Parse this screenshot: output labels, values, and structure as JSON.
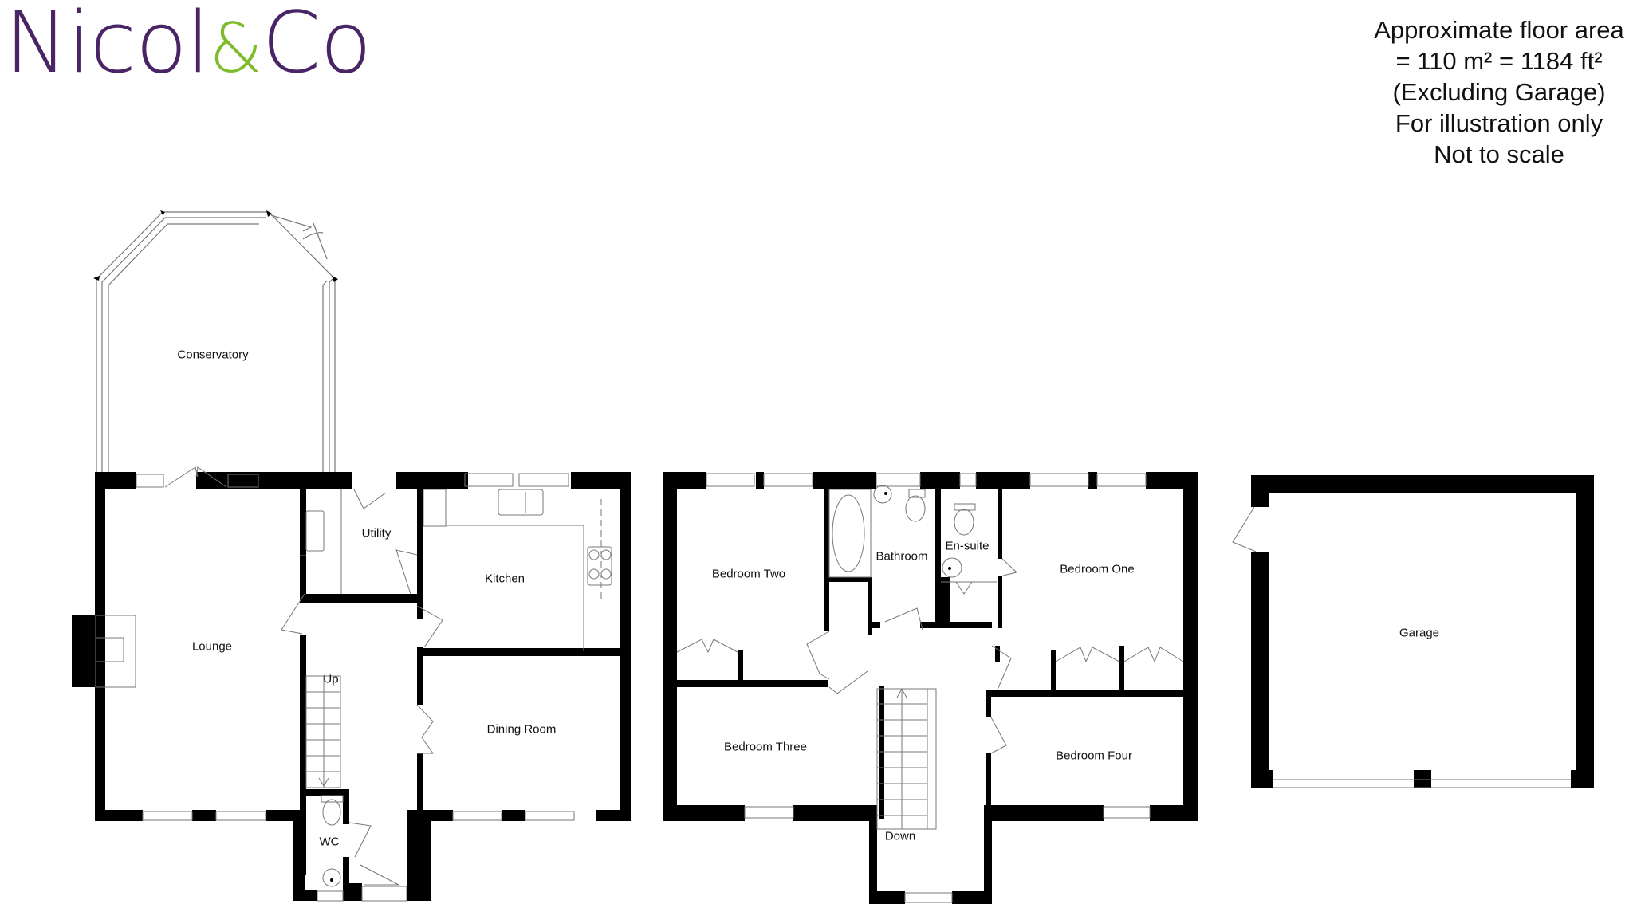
{
  "brand": {
    "name_part1": "Nicol",
    "ampersand": "&",
    "name_part2": "Co",
    "primary_color": "#4a2566",
    "accent_color": "#7dbb2a"
  },
  "area_info": {
    "line1": "Approximate floor area",
    "line2": "=  110 m²   =   1184 ft²",
    "line3": "(Excluding Garage)",
    "line4": "For illustration only",
    "line5": "Not to scale",
    "area_m2": 110,
    "area_ft2": 1184
  },
  "ground_floor": {
    "rooms": {
      "conservatory": "Conservatory",
      "lounge": "Lounge",
      "utility": "Utility",
      "kitchen": "Kitchen",
      "dining": "Dining Room",
      "wc": "WC",
      "stairs": "Up"
    }
  },
  "first_floor": {
    "rooms": {
      "bedroom_two": "Bedroom Two",
      "bathroom": "Bathroom",
      "ensuite": "En-suite",
      "bedroom_one": "Bedroom One",
      "bedroom_three": "Bedroom Three",
      "bedroom_four": "Bedroom Four",
      "stairs": "Down"
    }
  },
  "garage": {
    "label": "Garage"
  },
  "colors": {
    "wall": "#000000",
    "fixture_line": "#777777",
    "background": "#ffffff"
  }
}
